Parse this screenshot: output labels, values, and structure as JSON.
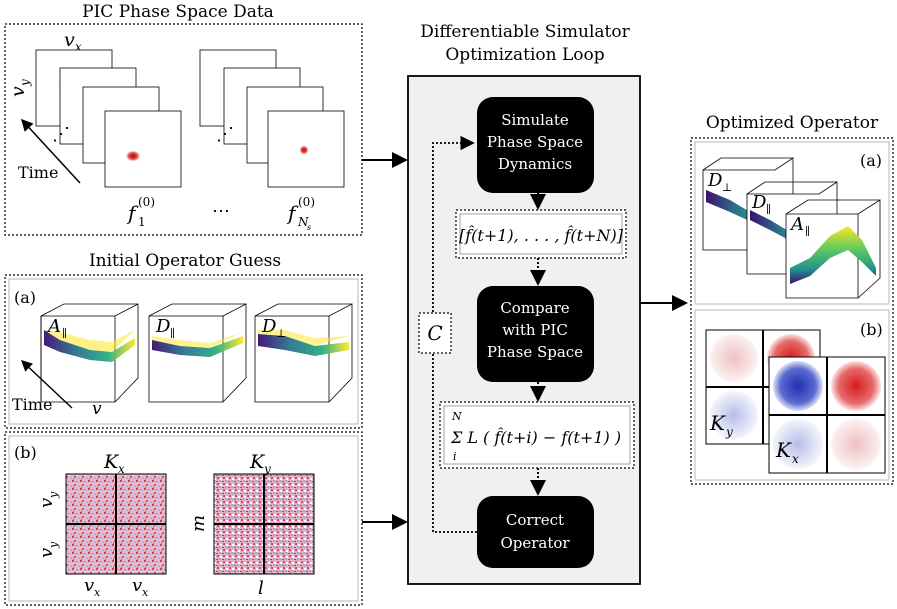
{
  "pic": {
    "title": "PIC Phase Space Data",
    "axis_vx": "v",
    "axis_vx_sub": "x",
    "axis_vy": "v",
    "axis_vy_sub": "y",
    "time_label": "Time",
    "stack1_label": "f",
    "stack1_sup": "(0)",
    "stack1_sub": "1",
    "ellipsis": "⋯",
    "stack2_label": "f",
    "stack2_sup": "(0)",
    "stack2_sub": "N",
    "stack2_subsub": "s"
  },
  "initial": {
    "title": "Initial Operator Guess",
    "part_a": "(a)",
    "part_b": "(b)",
    "op1": "A",
    "op1_sub": "∥",
    "op2": "D",
    "op2_sub": "∥",
    "op3": "D",
    "op3_sub": "⊥",
    "time_label": "Time",
    "v_label": "v",
    "kx": "K",
    "kx_sub": "x",
    "ky": "K",
    "ky_sub": "y",
    "vy1": "v",
    "vy1_sub": "y",
    "vy2": "v",
    "vy2_sub": "y",
    "vx1": "v",
    "vx1_sub": "x",
    "vx2": "v",
    "vx2_sub": "x",
    "m_label": "m",
    "l_label": "l"
  },
  "loop": {
    "title_line1": "Differentiable Simulator",
    "title_line2": "Optimization Loop",
    "box1_line1": "Simulate",
    "box1_line2": "Phase Space",
    "box1_line3": "Dynamics",
    "seq": "[f̂(t+1), . . . , f̂(t+N)]",
    "box2_line1": "Compare",
    "box2_line2": "with PIC",
    "box2_line3": "Phase Space",
    "loss": "Σ L ( f̂(t+i) − f(t+1) )",
    "loss_sum_top": "N",
    "loss_sum_bottom": "i",
    "c_label": "C",
    "box3_line1": "Correct",
    "box3_line2": "Operator"
  },
  "optimized": {
    "title": "Optimized Operator",
    "part_a": "(a)",
    "part_b": "(b)",
    "op1": "D",
    "op1_sub": "⊥",
    "op2": "D",
    "op2_sub": "∥",
    "op3": "A",
    "op3_sub": "∥",
    "ky": "K",
    "ky_sub": "y",
    "kx": "K",
    "kx_sub": "x"
  },
  "colors": {
    "loop_bg": "#f0f0f0",
    "box_fill": "#000000",
    "surface_dark": "#3b0f6f",
    "surface_mid": "#21908d",
    "surface_light": "#fde725",
    "red_blob": "#d7191c",
    "blue_blob": "#2c3cb4"
  }
}
